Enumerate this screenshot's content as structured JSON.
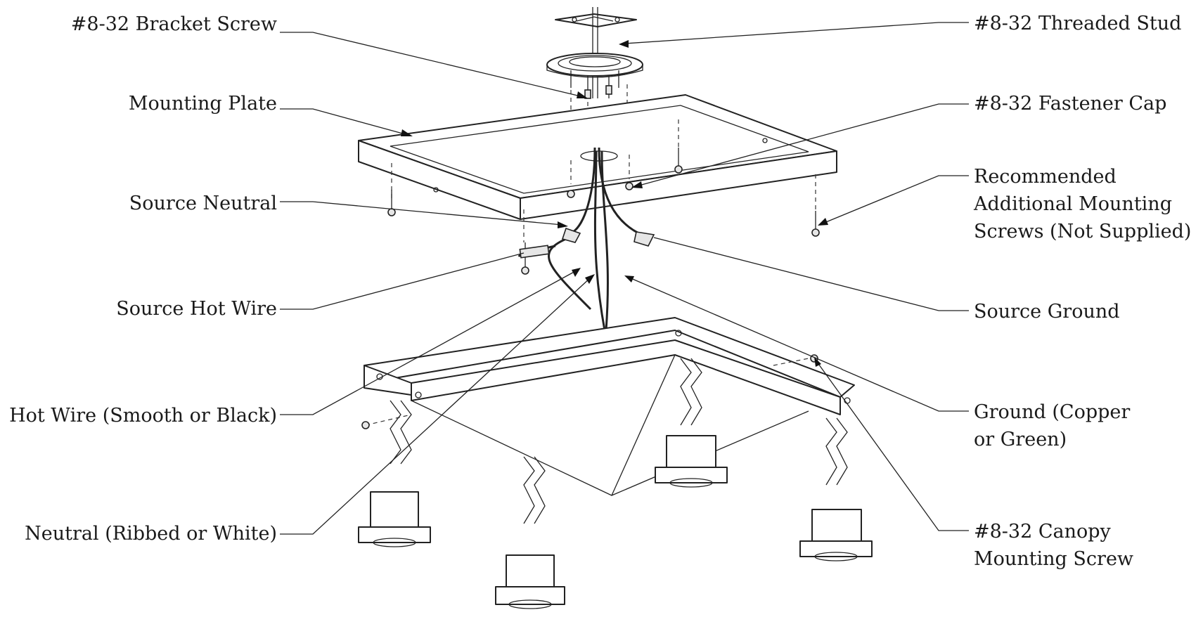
{
  "callouts": {
    "bracket_screw": "#8-32 Bracket Screw",
    "mounting_plate": "Mounting Plate",
    "source_neutral": "Source Neutral",
    "source_hot_wire": "Source Hot Wire",
    "hot_wire": "Hot Wire (Smooth or Black)",
    "neutral": "Neutral (Ribbed or White)",
    "threaded_stud": "#8-32 Threaded Stud",
    "fastener_cap": "#8-32 Fastener Cap",
    "recommended_screws": [
      "Recommended",
      "Additional Mounting",
      "Screws (Not Supplied)"
    ],
    "source_ground": "Source Ground",
    "ground": [
      "Ground (Copper",
      "or Green)"
    ],
    "canopy_screw": [
      "#8-32 Canopy",
      "Mounting Screw"
    ]
  }
}
